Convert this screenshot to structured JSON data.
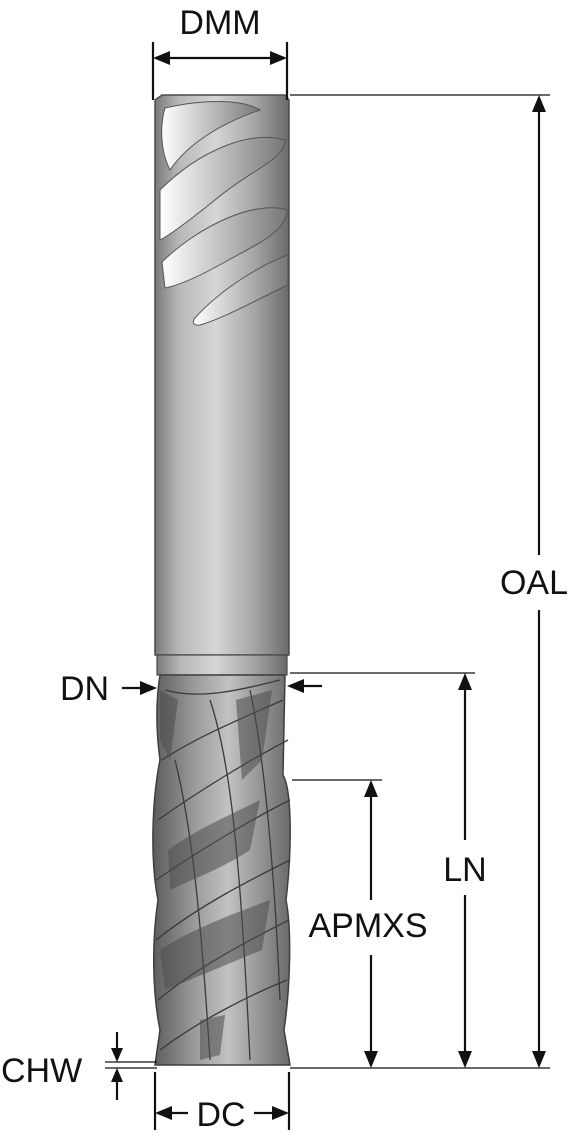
{
  "labels": {
    "dmm": "DMM",
    "oal": "OAL",
    "dn": "DN",
    "ln": "LN",
    "apmxs": "APMXS",
    "chw": "CHW",
    "dc": "DC"
  },
  "colors": {
    "ink": "#111111",
    "steel_light": "#d4d4d4",
    "steel_mid": "#a9a9a9",
    "steel_dark": "#6e6e6e",
    "flute_dark": "#4a4a4a"
  }
}
